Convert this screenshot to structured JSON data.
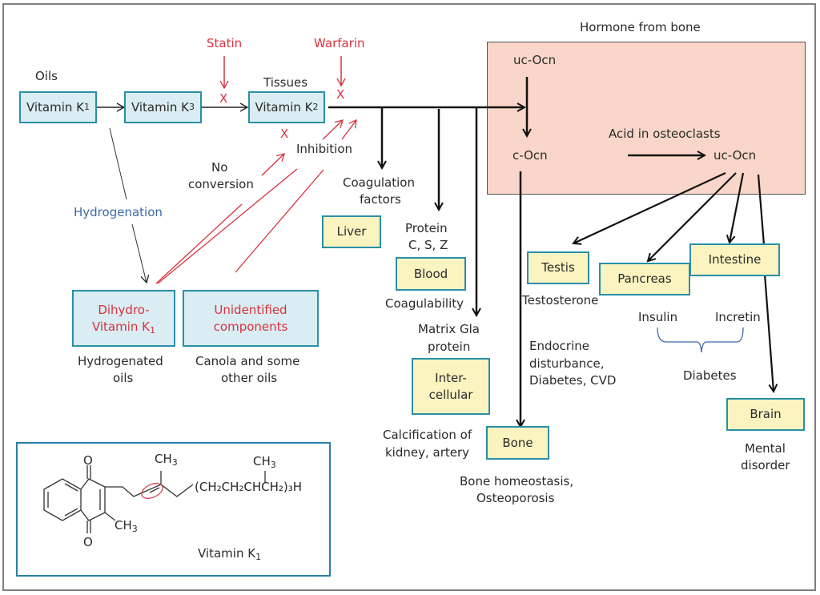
{
  "diagram": {
    "top_labels": {
      "oils": "Oils",
      "tissues": "Tissues",
      "statin": "Statin",
      "warfarin": "Warfarin",
      "hormone_from_bone": "Hormone from bone",
      "block_mark": "X"
    },
    "vitamin_boxes": [
      {
        "id": "k1",
        "label": "Vitamin K",
        "sub": "1"
      },
      {
        "id": "k3",
        "label": "Vitamin K",
        "sub": "3"
      },
      {
        "id": "k2",
        "label": "Vitamin K",
        "sub": "2"
      }
    ],
    "side_labels": {
      "hydrogenation": "Hydrogenation",
      "no_conversion_line1": "No",
      "no_conversion_line2": "conversion",
      "inhibition": "Inhibition"
    },
    "lower_boxes": {
      "dihydro_line1": "Dihydro-",
      "dihydro_line2": "Vitamin K",
      "dihydro_sub": "1",
      "unidentified_line1": "Unidentified",
      "unidentified_line2": "components",
      "hydrogenated_oils_line1": "Hydrogenated",
      "hydrogenated_oils_line2": "oils",
      "canola_line1": "Canola and some",
      "canola_line2": "other oils"
    },
    "branches": {
      "coagulation_line1": "Coagulation",
      "coagulation_line2": "factors",
      "liver": "Liver",
      "protein_line1": "Protein",
      "protein_line2": "C, S, Z",
      "blood": "Blood",
      "coagulability": "Coagulability",
      "matrix_line1": "Matrix Gla",
      "matrix_line2": "protein",
      "intercellular_line1": "Inter-",
      "intercellular_line2": "cellular",
      "calcification_line1": "Calcification of",
      "calcification_line2": "kidney, artery"
    },
    "hormone_panel": {
      "uc_ocn_top": "uc-Ocn",
      "c_ocn": "c-Ocn",
      "acid": "Acid in osteoclasts",
      "uc_ocn_right": "uc-Ocn"
    },
    "targets": {
      "bone": "Bone",
      "bone_note_line1": "Bone homeostasis,",
      "bone_note_line2": "Osteoporosis",
      "endocrine_line1": "Endocrine",
      "endocrine_line2": "disturbance,",
      "endocrine_line3": "Diabetes, CVD",
      "testis": "Testis",
      "testosterone": "Testosterone",
      "pancreas": "Pancreas",
      "intestine": "Intestine",
      "insulin": "Insulin",
      "incretin": "Incretin",
      "diabetes": "Diabetes",
      "brain": "Brain",
      "mental_line1": "Mental",
      "mental_line2": "disorder"
    },
    "structure": {
      "title": "Vitamin K",
      "title_sub": "1",
      "o_top": "O",
      "o_bottom": "O",
      "ch3_ring": "CH",
      "ch3_chain": "CH",
      "ch3_branch": "CH",
      "sub3": "3",
      "chain_formula": "(CH₂CH₂CHCH₂)₃H"
    },
    "colors": {
      "inhibitor_red": "#d8323f",
      "hydrogenation_blue": "#3a6aa8",
      "box_border": "#2a8fa8",
      "cyan_fill": "#d9edf2",
      "yellow_fill": "#fbf4c0",
      "hormone_fill": "#f9d6c9"
    }
  }
}
